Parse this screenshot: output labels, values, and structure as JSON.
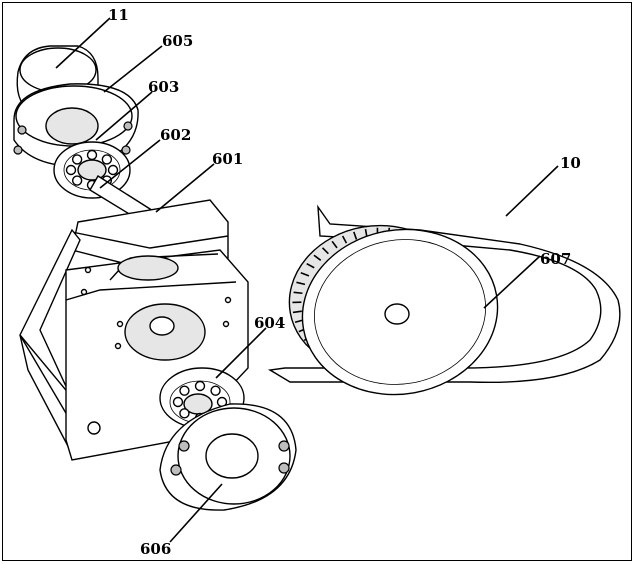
{
  "labels": {
    "l11": "11",
    "l605": "605",
    "l603": "603",
    "l602": "602",
    "l601": "601",
    "l10": "10",
    "l607": "607",
    "l604": "604",
    "l606": "606"
  },
  "colors": {
    "line": "#000000",
    "background": "#ffffff",
    "shade": "#e6e6e6"
  }
}
